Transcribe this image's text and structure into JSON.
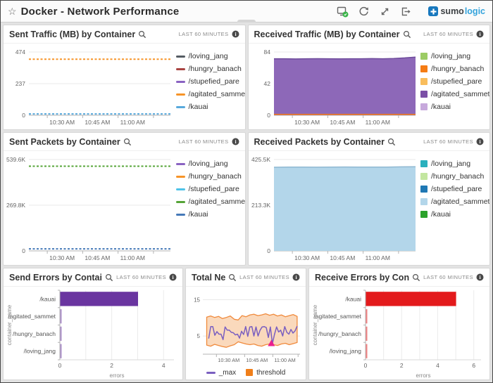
{
  "header": {
    "title": "Docker - Network Performance",
    "favorite_icon": "star-outline",
    "action_icons": [
      "live-update-status",
      "refresh",
      "fullscreen",
      "share"
    ],
    "logo": {
      "sumo": "sumo",
      "logic": "logic",
      "mark_color": "#1878be",
      "logic_color": "#33a3dc"
    },
    "status_badge_color": "#3bb54a"
  },
  "panels": [
    {
      "title": "Sent Traffic (MB) by Container",
      "time_range": "LAST 60 MINUTES",
      "chart_data": {
        "type": "line",
        "ymax": 474,
        "y_ticks": [
          {
            "v": 474,
            "label": "474"
          },
          {
            "v": 237,
            "label": "237"
          },
          {
            "v": 0,
            "label": "0"
          }
        ],
        "x_ticks": [
          "10:30 AM",
          "10:45 AM",
          "11:00 AM"
        ],
        "legend_marker": "dash",
        "series": [
          {
            "name": "/loving_jang",
            "color": "#545b62",
            "values": 0,
            "visible": false,
            "dashed": true
          },
          {
            "name": "/hungry_banach",
            "color": "#a94442",
            "values": 0,
            "visible": false,
            "dashed": true
          },
          {
            "name": "/stupefied_pare",
            "color": "#8a63c2",
            "values": 0,
            "visible": false,
            "dashed": true
          },
          {
            "name": "/agitated_sammet",
            "color": "#f79428",
            "values": 420,
            "dashed": true
          },
          {
            "name": "/kauai",
            "color": "#58a9dc",
            "values": 10,
            "dashed": true
          }
        ]
      }
    },
    {
      "title": "Received Traffic (MB) by Container",
      "time_range": "LAST 60 MINUTES",
      "chart_data": {
        "type": "area",
        "ymax": 84,
        "y_ticks": [
          {
            "v": 84,
            "label": "84"
          },
          {
            "v": 42,
            "label": "42"
          },
          {
            "v": 0,
            "label": "0"
          }
        ],
        "x_ticks": [
          "10:30 AM",
          "10:45 AM",
          "11:00 AM"
        ],
        "legend_marker": "square",
        "series": [
          {
            "name": "/loving_jang",
            "color": "#9ccc65",
            "values": 0,
            "visible": false
          },
          {
            "name": "/hungry_banach",
            "color": "#f57c14",
            "values": 1.2,
            "kind": "line",
            "width": 1.5
          },
          {
            "name": "/stupefied_pare",
            "color": "#f9bd5c",
            "values": 0,
            "visible": false
          },
          {
            "name": "/agitated_sammet",
            "color": "#6d4a9b",
            "legend_color": "#7b4fa6",
            "fill": "#8d68b8",
            "kind": "area",
            "values": [
              75,
              75,
              74.8,
              75,
              75.1,
              75,
              74.9,
              75,
              75,
              75.2,
              75,
              75.4,
              76.2,
              77.3
            ]
          },
          {
            "name": "/kauai",
            "color": "#c7a9dc",
            "values": 0,
            "visible": false
          }
        ]
      }
    },
    {
      "title": "Sent Packets by Container",
      "time_range": "LAST 60 MINUTES",
      "chart_data": {
        "type": "line",
        "ymax": 539600,
        "y_ticks": [
          {
            "v": 539600,
            "label": "539.6K"
          },
          {
            "v": 269800,
            "label": "269.8K"
          },
          {
            "v": 0,
            "label": "0"
          }
        ],
        "x_ticks": [
          "10:30 AM",
          "10:45 AM",
          "11:00 AM"
        ],
        "legend_marker": "dash",
        "series": [
          {
            "name": "/loving_jang",
            "color": "#8a63c2",
            "values": 0,
            "visible": false,
            "dashed": true
          },
          {
            "name": "/hungry_banach",
            "color": "#f79428",
            "values": 0,
            "visible": false,
            "dashed": true
          },
          {
            "name": "/stupefied_pare",
            "color": "#4fc3e8",
            "values": 0,
            "visible": false,
            "dashed": true
          },
          {
            "name": "/agitated_sammet",
            "color": "#55a437",
            "values": 500000,
            "dashed": true
          },
          {
            "name": "/kauai",
            "color": "#4579b8",
            "values": 12000,
            "dashed": true
          }
        ]
      }
    },
    {
      "title": "Received Packets by Container",
      "time_range": "LAST 60 MINUTES",
      "chart_data": {
        "type": "area",
        "ymax": 425500,
        "y_ticks": [
          {
            "v": 425500,
            "label": "425.5K"
          },
          {
            "v": 213300,
            "label": "213.3K"
          },
          {
            "v": 0,
            "label": "0"
          }
        ],
        "x_ticks": [
          "10:30 AM",
          "10:45 AM",
          "11:00 AM"
        ],
        "legend_marker": "square",
        "series": [
          {
            "name": "/loving_jang",
            "color": "#2ab0bd",
            "values": 0,
            "visible": false
          },
          {
            "name": "/hungry_banach",
            "color": "#c3e6a0",
            "values": 0,
            "visible": false
          },
          {
            "name": "/stupefied_pare",
            "color": "#1f78b4",
            "values": 0,
            "visible": false
          },
          {
            "name": "/agitated_sammet",
            "color": "#8fb8d2",
            "legend_color": "#b3d6ea",
            "fill": "#b3d6ea",
            "kind": "area",
            "values": [
              389500,
              390000,
              390300,
              389800,
              390000,
              390800,
              390200,
              390000,
              390600,
              391400,
              391800
            ]
          },
          {
            "name": "/kauai",
            "color": "#2ca22c",
            "values": 0,
            "visible": false
          }
        ]
      }
    },
    {
      "title": "Send Errors by Container",
      "time_range": "LAST 60 MINUTES",
      "chart_data": {
        "type": "hbar",
        "xmax": 4.4,
        "x_ticks": [
          0,
          2,
          4
        ],
        "categories": [
          "/kauai",
          "/agitated_sammet",
          "/hungry_banach",
          "/loving_jang"
        ],
        "values": [
          3,
          0.03,
          0.03,
          0.03
        ],
        "color": "#6a35a0",
        "xlabel": "errors",
        "ylabel": "container_name"
      }
    },
    {
      "title": "Total Network Err...",
      "time_range": "LAST 60 MINUTES",
      "chart_data": {
        "type": "band",
        "ymax": 17,
        "y_ticks": [
          {
            "v": 15,
            "label": "15"
          },
          {
            "v": 5,
            "label": "5"
          }
        ],
        "x_ticks": [
          "10:30 AM",
          "10:45 AM",
          "11:00 AM"
        ],
        "tick_fracs": [
          0.14,
          0.43,
          0.72,
          0.98
        ],
        "xfs": 7.3,
        "margin_left": 24,
        "band": {
          "name": "threshold",
          "color": "#f08a3c",
          "fill": "#fad9bc",
          "x0": 0.04,
          "x1": 0.97,
          "upper": [
            10.2,
            10.5,
            10.1,
            10.4,
            9.8,
            10.1,
            10.5,
            9.6,
            9.4,
            10.6,
            10.3,
            10.8,
            11.0,
            10.6,
            10.8,
            11.1,
            10.7,
            11.0,
            10.5,
            10.8,
            10.3,
            10.6,
            10.9,
            10.4
          ],
          "lower": [
            2.5,
            2.2,
            2.7,
            2.4,
            2.1,
            1.9,
            2.3,
            2.6,
            3.4,
            3.1,
            2.8,
            2.6,
            2.8,
            2.4,
            2.2,
            2.6,
            2.8,
            2.6,
            2.4,
            2.8,
            3.0,
            2.6,
            2.9,
            3.2
          ]
        },
        "line": {
          "name": "_max",
          "color": "#7a5fc0",
          "x0": 0.06,
          "x1": 0.97,
          "values": [
            4.3,
            7.6,
            7.6,
            5.2,
            6.2,
            5.5,
            5.5,
            4.0,
            7.5,
            6.6,
            6.6,
            6.0,
            5.9,
            5.3,
            5.5,
            4.4,
            6.3,
            5.4,
            7.6,
            4.9,
            7.5,
            7.6,
            5.0,
            7.5,
            5.0,
            6.6,
            7.5,
            7.6,
            7.3,
            4.6,
            7.5,
            2.9,
            5.4,
            7.5,
            6.1,
            6.6,
            5.0,
            7.6,
            6.0,
            5.5,
            6.8,
            5.8,
            6.4,
            7.7
          ]
        },
        "marker": {
          "x": 0.705,
          "y": 3.0,
          "color": "#ea1f8e",
          "shape": "triangle"
        },
        "legend": [
          {
            "label": "_max",
            "color": "#7a5fc0",
            "marker": "dash"
          },
          {
            "label": "threshold",
            "color": "#f07f1a",
            "marker": "square"
          }
        ]
      }
    },
    {
      "title": "Receive Errors by Container",
      "time_range": "LAST 60 MINUTES",
      "chart_data": {
        "type": "hbar",
        "xmax": 6.4,
        "x_ticks": [
          0,
          2,
          4,
          6
        ],
        "categories": [
          "/kauai",
          "/agitated_sammet",
          "/hungry_banach",
          "/loving_jang"
        ],
        "values": [
          5,
          0.04,
          0.04,
          0.04
        ],
        "color": "#e31a1c",
        "xlabel": "errors",
        "ylabel": "container_name"
      }
    }
  ]
}
